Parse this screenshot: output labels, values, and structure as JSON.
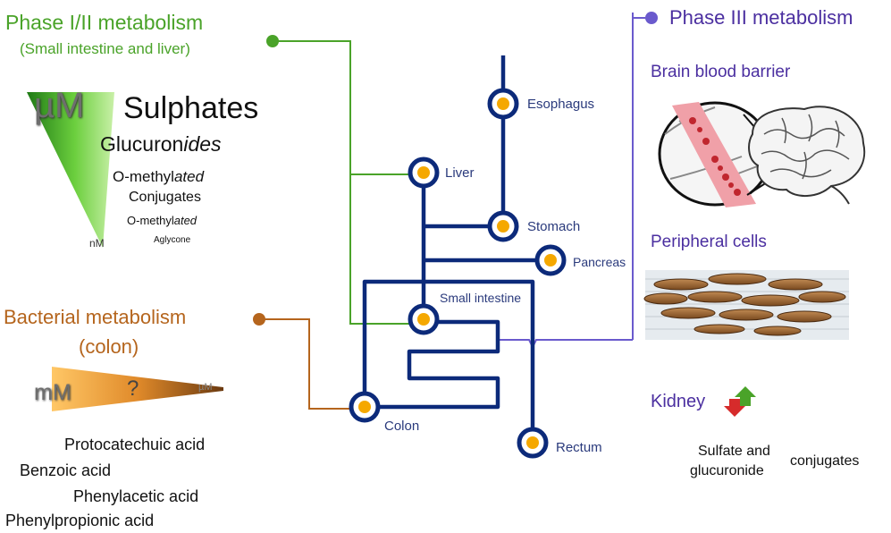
{
  "colors": {
    "phase12": "#4aa329",
    "bacterial": "#b5651d",
    "phase3": "#6a5acd",
    "gut": "#0c2a7a",
    "node_fill": "#f5a800"
  },
  "phase12": {
    "title": "Phase I/II metabolism",
    "subtitle": "(Small intestine and liver)",
    "top_unit": "µM",
    "bottom_unit": "nM",
    "items": [
      "Sulphates",
      "Glucuronides",
      "O-methylated",
      "Conjugates",
      "O-methylated",
      "Aglycone"
    ]
  },
  "bacterial": {
    "title": "Bacterial metabolism",
    "subtitle": "(colon)",
    "left_unit": "mM",
    "question": "?",
    "right_unit": "µM",
    "acids": [
      "Protocatechuic acid",
      "Benzoic acid",
      "Phenylacetic acid",
      "Phenylpropionic acid"
    ]
  },
  "organs": {
    "esophagus": "Esophagus",
    "liver": "Liver",
    "stomach": "Stomach",
    "pancreas": "Pancreas",
    "small_intestine": "Small intestine",
    "colon": "Colon",
    "rectum": "Rectum"
  },
  "phase3": {
    "title": "Phase III metabolism",
    "bbb": "Brain blood barrier",
    "peripheral": "Peripheral cells",
    "kidney": "Kidney",
    "sulfate_line1": "Sulfate and",
    "sulfate_line2": "glucuronide",
    "conjugates": "conjugates"
  },
  "icons": [
    "brain-icon",
    "blood-vessel-icon",
    "cells-icon",
    "up-arrow-icon",
    "down-arrow-icon"
  ]
}
